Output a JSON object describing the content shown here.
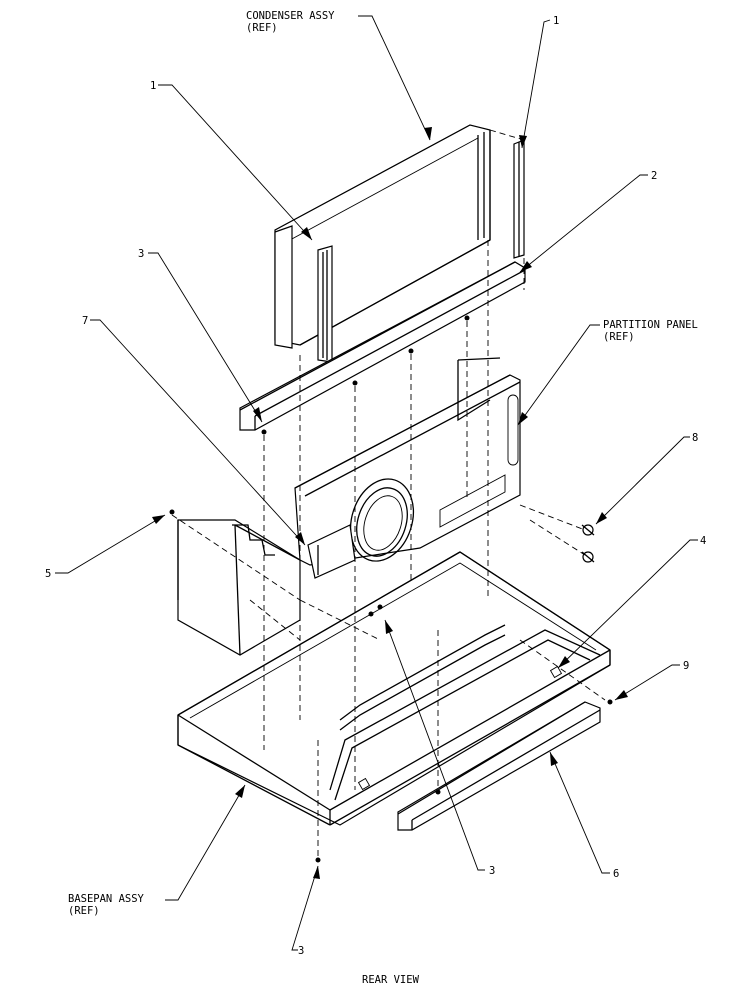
{
  "labels": {
    "condenser_line1": "CONDENSER ASSY",
    "condenser_line2": "(REF)",
    "partition_line1": "PARTITION PANEL",
    "partition_line2": "(REF)",
    "basepan_line1": "BASEPAN ASSY",
    "basepan_line2": "(REF)",
    "view_title": "REAR VIEW"
  },
  "callouts": {
    "c1_top_right": "1",
    "c1_left": "1",
    "c2": "2",
    "c3_upper": "3",
    "c7": "7",
    "c8": "8",
    "c4": "4",
    "c5": "5",
    "c9": "9",
    "c3_lower_center": "3",
    "c6": "6",
    "c3_bottom": "3"
  }
}
